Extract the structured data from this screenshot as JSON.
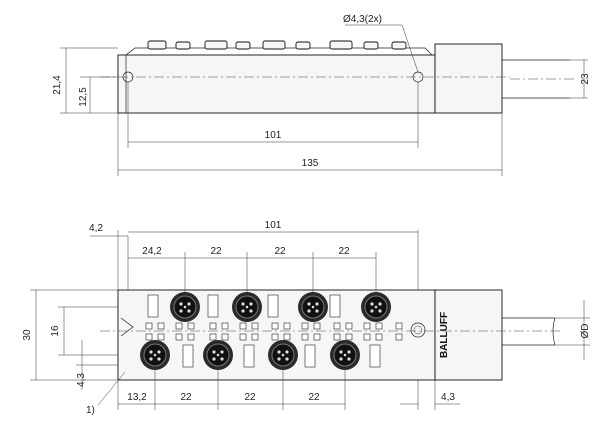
{
  "drawing": {
    "side_view": {
      "hole_label": "Ø4,3(2x)",
      "dim_height_total": "21,4",
      "dim_height_hole": "12,5",
      "dim_hole_spacing": "101",
      "dim_length": "135",
      "dim_cable_height": "23"
    },
    "top_view": {
      "dim_offset_left": "4,2",
      "dim_hole_spacing": "101",
      "dim_first_pitch": "24,2",
      "dim_pitch_1": "22",
      "dim_pitch_2": "22",
      "dim_pitch_3": "22",
      "dim_height": "30",
      "dim_inner": "16",
      "dim_hole_offset": "4,3",
      "callout": "1)",
      "dim_bottom_first": "13,2",
      "dim_bottom_pitch_1": "22",
      "dim_bottom_pitch_2": "22",
      "dim_bottom_pitch_3": "22",
      "dim_right_offset": "4,3",
      "dim_cable_diameter": "ØD",
      "logo_text": "BALLUFF"
    }
  }
}
